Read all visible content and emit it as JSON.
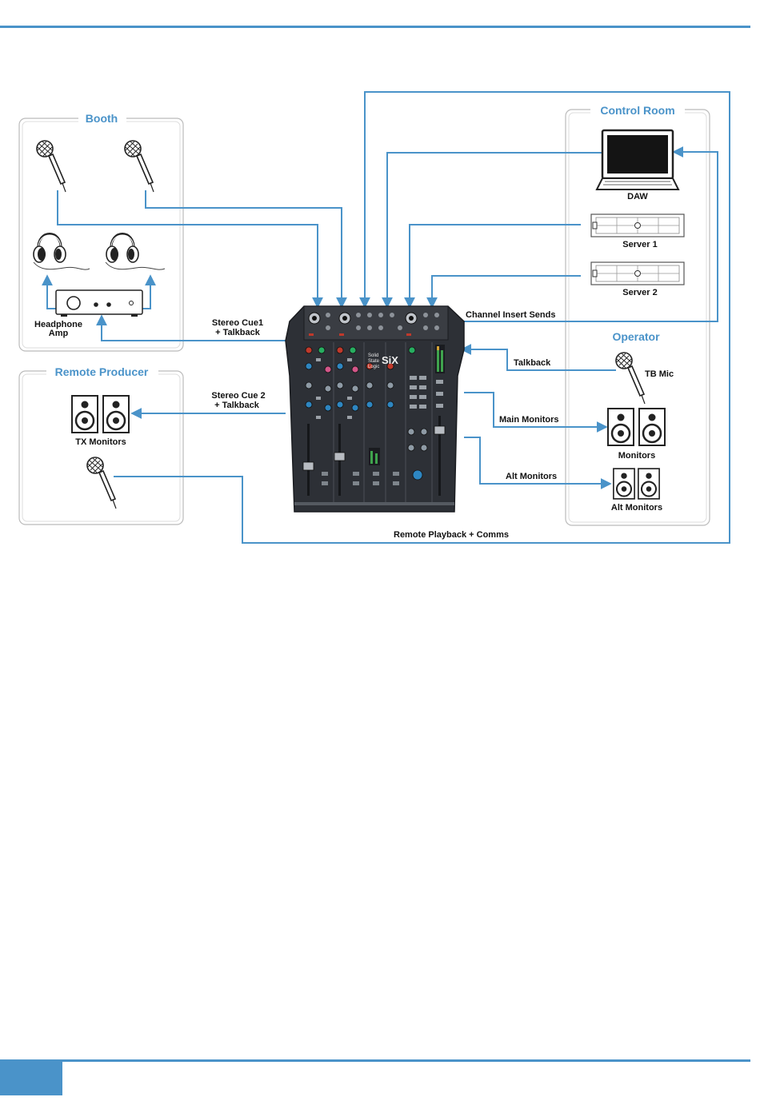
{
  "colors": {
    "accent": "#4a93c9",
    "box_border": "#bbbbbb",
    "console_body": "#2d3036"
  },
  "areas": {
    "booth": "Booth",
    "control_room": "Control Room",
    "remote_producer": "Remote Producer",
    "operator": "Operator"
  },
  "devices": {
    "headphone_amp_line1": "Headphone",
    "headphone_amp_line2": "Amp",
    "tx_monitors": "TX Monitors",
    "daw": "DAW",
    "server1": "Server 1",
    "server2": "Server 2",
    "tb_mic": "TB Mic",
    "monitors": "Monitors",
    "alt_monitors": "Alt Monitors"
  },
  "connections": {
    "stereo_cue1_line1": "Stereo Cue1",
    "stereo_cue1_line2": "+ Talkback",
    "stereo_cue2_line1": "Stereo Cue 2",
    "stereo_cue2_line2": "+ Talkback",
    "channel_insert_sends": "Channel Insert Sends",
    "talkback": "Talkback",
    "main_monitors": "Main Monitors",
    "alt_monitors": "Alt Monitors",
    "remote_playback": "Remote Playback + Comms"
  },
  "console": {
    "brand_line1": "Solid",
    "brand_line2": "State",
    "brand_line3": "Logic",
    "model": "SiX"
  },
  "icons": [
    "microphone-icon",
    "headphones-icon",
    "headphone-amp-icon",
    "laptop-icon",
    "rack-server-icon",
    "speaker-icon",
    "mixing-console"
  ]
}
